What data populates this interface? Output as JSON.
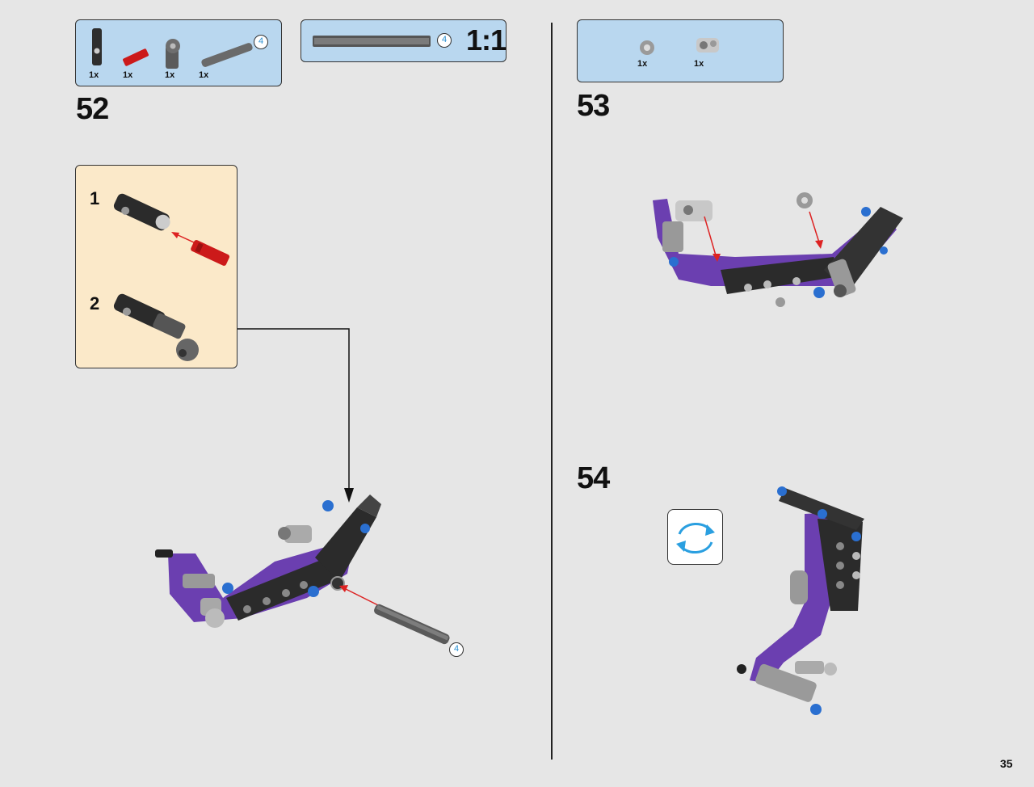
{
  "step52": {
    "number": "52",
    "parts": [
      {
        "qty": "1x",
        "icon": "axle-connector-icon"
      },
      {
        "qty": "1x",
        "icon": "red-pin-icon"
      },
      {
        "qty": "1x",
        "icon": "angle-connector-icon"
      },
      {
        "qty": "1x",
        "icon": "axle-icon"
      }
    ],
    "axle_length_badge": "4",
    "substeps": [
      {
        "number": "1"
      },
      {
        "number": "2"
      }
    ],
    "assembly_axle_badge": "4"
  },
  "scale_box": {
    "axle_length_badge": "4",
    "scale_label": "1:1"
  },
  "step53": {
    "number": "53",
    "parts": [
      {
        "qty": "1x",
        "icon": "bush-icon"
      },
      {
        "qty": "1x",
        "icon": "cross-block-icon"
      }
    ]
  },
  "step54": {
    "number": "54",
    "rotate_icon": "rotate-model-icon"
  },
  "page_number": "35",
  "colors": {
    "parts_box_bg": "#b9d7ef",
    "substep_box_bg": "#fbe9c9",
    "page_bg": "#e6e6e6",
    "purple_beam": "#6b3fb0",
    "blue_pin": "#2a6fd0",
    "red_arrow": "#d22"
  }
}
